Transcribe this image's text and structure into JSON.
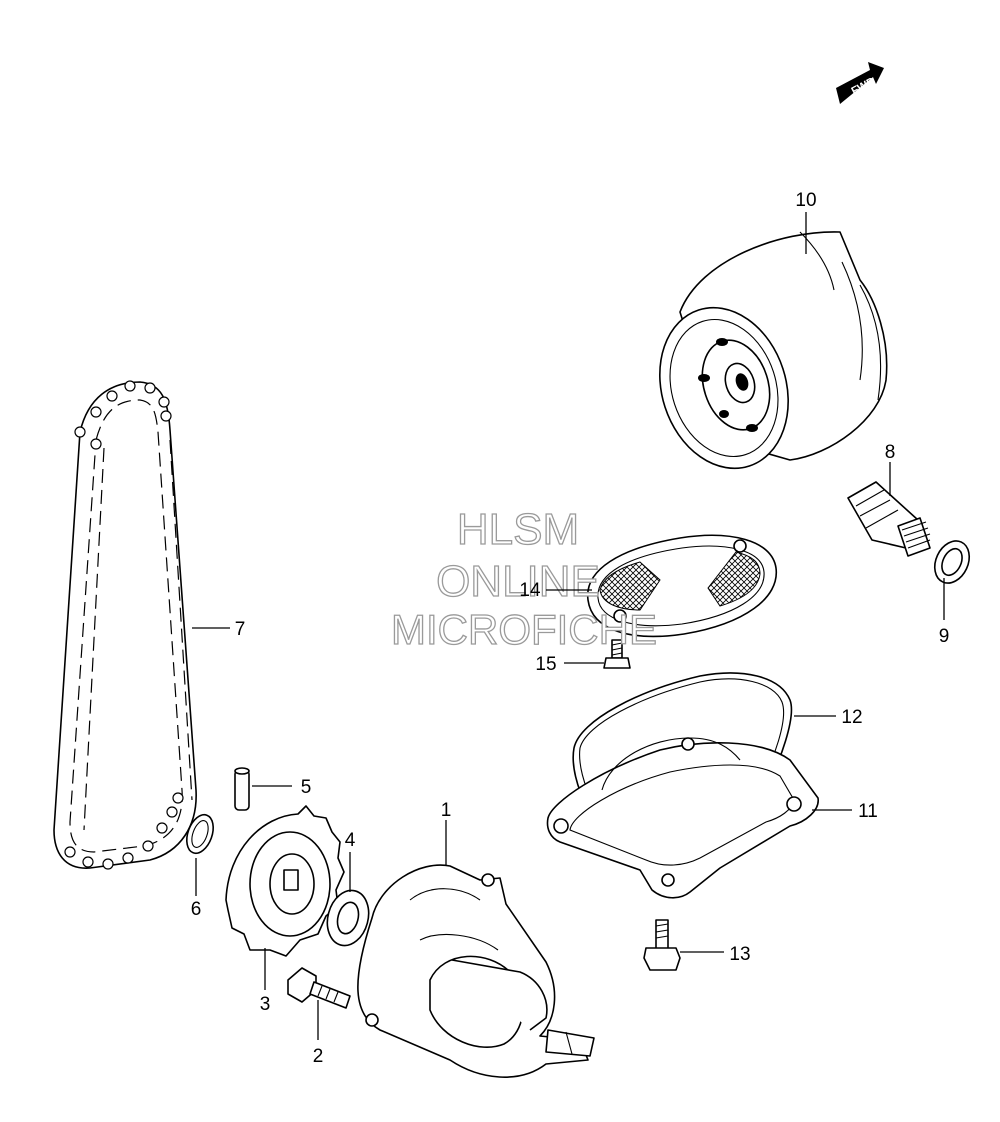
{
  "diagram": {
    "fwd_badge": "FWD",
    "watermark": {
      "line1": "HLSM",
      "line2": "ONLINE",
      "line3": "MICROFICHE"
    },
    "labels": {
      "p1": "1",
      "p2": "2",
      "p3": "3",
      "p4": "4",
      "p5": "5",
      "p6": "6",
      "p7": "7",
      "p8": "8",
      "p9": "9",
      "p10": "10",
      "p11": "11",
      "p12": "12",
      "p13": "13",
      "p14": "14",
      "p15": "15"
    }
  }
}
